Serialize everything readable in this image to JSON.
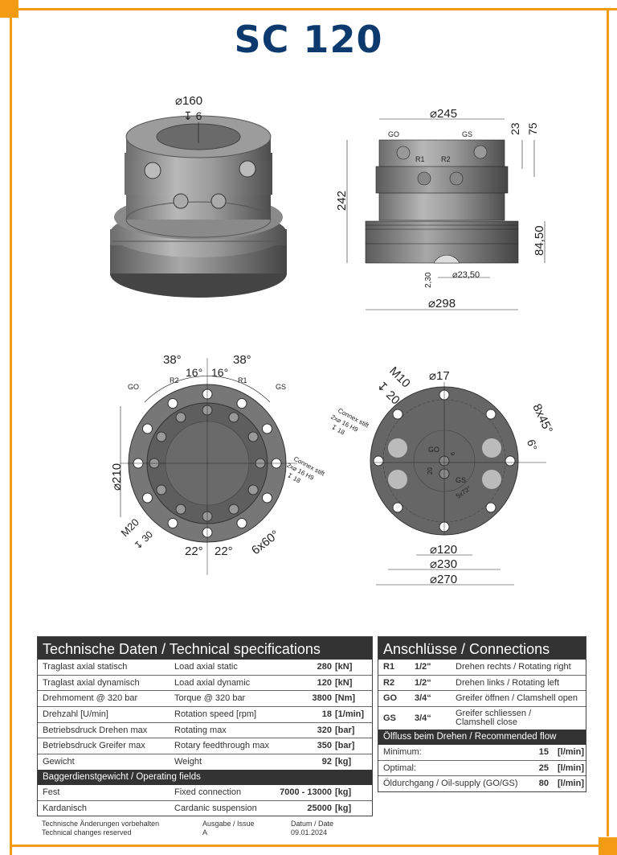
{
  "title": "SC 120",
  "colors": {
    "accent": "#f39b12",
    "title": "#0d3a6e",
    "table_header": "#333333"
  },
  "drawings": {
    "iso": {
      "dia": "⌀160",
      "depth": "↧ 6"
    },
    "side": {
      "dia_top": "⌀245",
      "go": "GO",
      "gs": "GS",
      "r1": "R1",
      "r2": "R2",
      "h23": "23",
      "h75": "75",
      "h242": "242",
      "h84": "84,50",
      "h230": "2,30",
      "dia2350": "⌀23,50",
      "dia298": "⌀298"
    },
    "top": {
      "a38l": "38°",
      "a38r": "38°",
      "a16l": "16°",
      "a16r": "16°",
      "go": "GO",
      "r2": "R2",
      "r1": "R1",
      "gs": "GS",
      "dia210": "⌀210",
      "connex1": "Connex stift",
      "connex2": "2x⌀ 16 H9",
      "connex3": "↧ 18",
      "m20": "M20",
      "m20d": "↧ 30",
      "a22l": "22°",
      "a22r": "22°",
      "a6x60": "6x60°"
    },
    "bottom": {
      "m10": "M10",
      "m10d": "↧ 20",
      "dia17": "⌀17",
      "connex1": "Connex stift",
      "connex2": "2x⌀ 16 H9",
      "connex3": "↧ 18",
      "a8x45": "8x45°",
      "a6": "6°",
      "go": "GO",
      "gs": "GS",
      "d20": "20",
      "d6": "6",
      "a5x72": "5x72°",
      "dia120": "⌀120",
      "dia230": "⌀230",
      "dia270": "⌀270"
    }
  },
  "specs": {
    "header": "Technische Daten / Technical specifications",
    "rows": [
      {
        "de": "Traglast axial statisch",
        "en": "Load axial static",
        "value": "280",
        "unit": "[kN]"
      },
      {
        "de": "Traglast axial dynamisch",
        "en": "Load axial dynamic",
        "value": "120",
        "unit": "[kN]"
      },
      {
        "de": "Drehmoment @ 320 bar",
        "en": "Torque @ 320 bar",
        "value": "3800",
        "unit": "[Nm]"
      },
      {
        "de": "Drehzahl [U/min]",
        "en": "Rotation speed [rpm]",
        "value": "18",
        "unit": "[1/min]"
      },
      {
        "de": "Betriebsdruck Drehen max",
        "en": "Rotating max",
        "value": "320",
        "unit": "[bar]"
      },
      {
        "de": "Betriebsdruck Greifer max",
        "en": "Rotary feedthrough max",
        "value": "350",
        "unit": "[bar]"
      },
      {
        "de": "Gewicht",
        "en": "Weight",
        "value": "92",
        "unit": "[kg]"
      }
    ],
    "sub_header": "Baggerdienstgewicht / Operating fields",
    "sub_rows": [
      {
        "de": "Fest",
        "en": "Fixed connection",
        "value": "7000 - 13000",
        "unit": "[kg]"
      },
      {
        "de": "Kardanisch",
        "en": "Cardanic suspension",
        "value": "25000",
        "unit": "[kg]"
      }
    ]
  },
  "connections": {
    "header": "Anschlüsse / Connections",
    "rows": [
      {
        "port": "R1",
        "size": "1/2\"",
        "desc": "Drehen rechts / Rotating right"
      },
      {
        "port": "R2",
        "size": "1/2“",
        "desc": "Drehen links / Rotating left"
      },
      {
        "port": "GO",
        "size": "3/4“",
        "desc": "Greifer öffnen / Clamshell open"
      },
      {
        "port": "GS",
        "size": "3/4“",
        "desc": "Greifer schliessen /",
        "desc2": "Clamshell close"
      }
    ],
    "flow_header": "Ölfluss beim Drehen / Recommended flow",
    "flow_rows": [
      {
        "label": "Minimum:",
        "value": "15",
        "unit": "[l/min]"
      },
      {
        "label": "Optimal:",
        "value": "25",
        "unit": "[l/min]"
      },
      {
        "label": "Öldurchgang / Oil-supply (GO/GS)",
        "value": "80",
        "unit": "[l/min]"
      }
    ]
  },
  "footer": {
    "note_de": "Technische Änderungen vorbehalten",
    "note_en": "Technical changes reserved",
    "issue_label": "Ausgabe / Issue",
    "issue": "A",
    "date_label": "Datum / Date",
    "date": "09.01.2024"
  }
}
